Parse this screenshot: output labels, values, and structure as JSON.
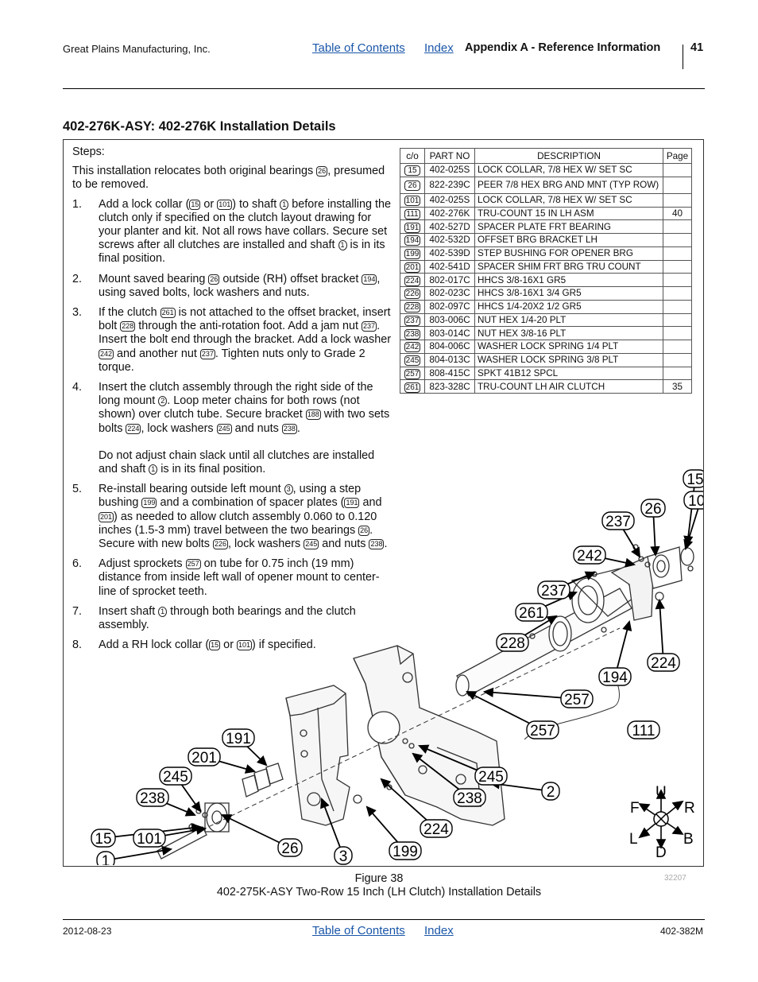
{
  "header": {
    "company": "Great Plains Manufacturing, Inc.",
    "toc_link": "Table of Contents",
    "index_link": "Index",
    "section": "Appendix A - Reference Information",
    "page_number": "41"
  },
  "section_title": "402-276K-ASY: 402-276K Installation Details",
  "instructions": {
    "heading": "Steps:",
    "intro": [
      "This installation relocates both original bearings ",
      "26",
      ", presumed to be removed."
    ],
    "steps": [
      {
        "num": "1.",
        "parts": [
          "Add a lock collar (",
          "15",
          " or ",
          "101",
          ") to shaft ",
          "1",
          " before installing the clutch only if specified on the clutch layout drawing for your planter and kit. Not all rows have collars. Secure set screws after all clutches are installed and shaft ",
          "1",
          " is in its final position."
        ]
      },
      {
        "num": "2.",
        "parts": [
          "Mount saved bearing ",
          "26",
          " outside (RH) offset bracket ",
          "194",
          ", using saved bolts, lock washers and nuts."
        ]
      },
      {
        "num": "3.",
        "parts": [
          "If the clutch ",
          "261",
          " is not attached to the offset bracket, insert bolt ",
          "228",
          " through the anti-rotation foot. Add a jam nut ",
          "237",
          ". Insert the bolt end through the bracket. Add a lock washer ",
          "242",
          " and another nut ",
          "237",
          ". Tighten nuts only to Grade 2 torque."
        ]
      },
      {
        "num": "4.",
        "parts": [
          "Insert the clutch assembly through the right side of the long mount ",
          "2",
          ". Loop meter chains for both rows (not shown) over clutch tube. Secure bracket ",
          "188",
          " with two sets bolts ",
          "224",
          ", lock washers ",
          "245",
          " and nuts ",
          "238",
          "."
        ],
        "note": [
          "Do not adjust chain slack until all clutches are installed and shaft ",
          "1",
          " is in its final position."
        ]
      },
      {
        "num": "5.",
        "parts": [
          "Re-install bearing outside left mount ",
          "3",
          ", using a step bushing ",
          "199",
          " and a combination of spacer plates (",
          "191",
          " and ",
          "201",
          ") as needed to allow clutch assembly 0.060 to 0.120 inches (1.5-3 mm) travel between the two bearings ",
          "26",
          ". Secure with new bolts ",
          "226",
          ", lock washers ",
          "245",
          " and nuts ",
          "238",
          "."
        ]
      },
      {
        "num": "6.",
        "parts": [
          "Adjust sprockets ",
          "257",
          " on tube for 0.75 inch (19 mm) distance from inside left wall of opener mount to center-line of sprocket teeth."
        ]
      },
      {
        "num": "7.",
        "parts": [
          "Insert shaft ",
          "1",
          " through both bearings and the clutch assembly."
        ]
      },
      {
        "num": "8.",
        "parts": [
          "Add a RH lock collar (",
          "15",
          " or ",
          "101",
          ") if specified."
        ]
      }
    ]
  },
  "parts_table": {
    "headers": [
      "c/o",
      "PART NO",
      "DESCRIPTION",
      "Page"
    ],
    "rows": [
      {
        "ref": "15",
        "part": "402-025S",
        "desc": "LOCK COLLAR, 7/8 HEX W/ SET SC",
        "page": ""
      },
      {
        "ref": "26",
        "part": "822-239C",
        "desc": "PEER 7/8 HEX BRG AND MNT (TYP ROW)",
        "page": ""
      },
      {
        "ref": "101",
        "part": "402-025S",
        "desc": "LOCK COLLAR, 7/8 HEX W/ SET SC",
        "page": ""
      },
      {
        "ref": "111",
        "part": "402-276K",
        "desc": "TRU-COUNT 15 IN LH ASM",
        "page": "40"
      },
      {
        "ref": "191",
        "part": "402-527D",
        "desc": "SPACER PLATE FRT BEARING",
        "page": ""
      },
      {
        "ref": "194",
        "part": "402-532D",
        "desc": "OFFSET BRG BRACKET LH",
        "page": ""
      },
      {
        "ref": "199",
        "part": "402-539D",
        "desc": "STEP BUSHING FOR OPENER BRG",
        "page": ""
      },
      {
        "ref": "201",
        "part": "402-541D",
        "desc": "SPACER SHIM FRT BRG TRU COUNT",
        "page": ""
      },
      {
        "ref": "224",
        "part": "802-017C",
        "desc": "HHCS 3/8-16X1 GR5",
        "page": ""
      },
      {
        "ref": "226",
        "part": "802-023C",
        "desc": "HHCS 3/8-16X1 3/4 GR5",
        "page": ""
      },
      {
        "ref": "228",
        "part": "802-097C",
        "desc": "HHCS 1/4-20X2 1/2 GR5",
        "page": ""
      },
      {
        "ref": "237",
        "part": "803-006C",
        "desc": "NUT HEX 1/4-20 PLT",
        "page": ""
      },
      {
        "ref": "238",
        "part": "803-014C",
        "desc": "NUT HEX 3/8-16 PLT",
        "page": ""
      },
      {
        "ref": "242",
        "part": "804-006C",
        "desc": "WASHER LOCK SPRING 1/4 PLT",
        "page": ""
      },
      {
        "ref": "245",
        "part": "804-013C",
        "desc": "WASHER LOCK SPRING 3/8 PLT",
        "page": ""
      },
      {
        "ref": "257",
        "part": "808-415C",
        "desc": "SPKT 41B12 SPCL",
        "page": ""
      },
      {
        "ref": "261",
        "part": "823-328C",
        "desc": "TRU-COUNT LH AIR CLUTCH",
        "page": "35"
      }
    ]
  },
  "diagram": {
    "callouts": [
      "15",
      "101",
      "26",
      "237",
      "242",
      "237",
      "261",
      "228",
      "224",
      "194",
      "257",
      "257",
      "111",
      "245",
      "238",
      "2",
      "224",
      "199",
      "3",
      "26",
      "191",
      "201",
      "245",
      "238",
      "15",
      "101",
      "1"
    ],
    "compass": {
      "up": "U",
      "down": "D",
      "front": "F",
      "rear": "R",
      "left": "L",
      "back": "B"
    }
  },
  "figure": {
    "label": "Figure 38",
    "caption": "402-275K-ASY Two-Row 15 Inch (LH Clutch) Installation Details",
    "code": "32207"
  },
  "footer": {
    "date": "2012-08-23",
    "toc_link": "Table of Contents",
    "index_link": "Index",
    "doc_number": "402-382M"
  }
}
